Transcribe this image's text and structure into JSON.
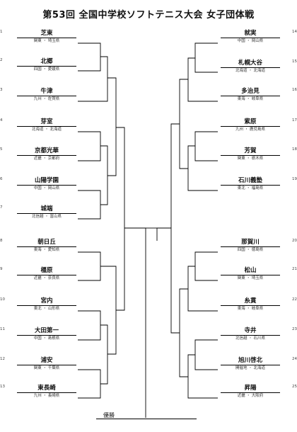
{
  "title": "第53回 全国中学校ソフトテニス大会 女子団体戦",
  "left_teams": [
    {
      "num": "1",
      "name": "芝東",
      "region": "関東 ・ 埼玉県"
    },
    {
      "num": "2",
      "name": "北郷",
      "region": "四国 ・ 愛媛県"
    },
    {
      "num": "3",
      "name": "牛津",
      "region": "九州 ・ 佐賀県"
    },
    {
      "num": "4",
      "name": "芽室",
      "region": "北海道 ・ 北海道"
    },
    {
      "num": "5",
      "name": "京都光華",
      "region": "近畿 ・ 京都府"
    },
    {
      "num": "6",
      "name": "山陽学園",
      "region": "中国 ・ 岡山県"
    },
    {
      "num": "7",
      "name": "城端",
      "region": "北信越 ・ 富山県"
    },
    {
      "num": "8",
      "name": "朝日丘",
      "region": "東海 ・ 愛知県"
    },
    {
      "num": "9",
      "name": "橿原",
      "region": "近畿 ・ 奈良県"
    },
    {
      "num": "10",
      "name": "宮内",
      "region": "東北 ・ 山形県"
    },
    {
      "num": "11",
      "name": "大田第一",
      "region": "中国 ・ 島根県"
    },
    {
      "num": "12",
      "name": "浦安",
      "region": "関東 ・ 千葉県"
    },
    {
      "num": "13",
      "name": "東長崎",
      "region": "九州 ・ 長崎県"
    }
  ],
  "right_teams": [
    {
      "num": "14",
      "name": "就実",
      "region": "中国 ・ 岡山県"
    },
    {
      "num": "15",
      "name": "札幌大谷",
      "region": "北海道 ・ 北海道"
    },
    {
      "num": "16",
      "name": "多治見",
      "region": "東海 ・ 岐阜県"
    },
    {
      "num": "17",
      "name": "紫原",
      "region": "九州 ・ 鹿児島県"
    },
    {
      "num": "18",
      "name": "芳賀",
      "region": "関東 ・ 栃木県"
    },
    {
      "num": "19",
      "name": "石川義塾",
      "region": "東北 ・ 福島県"
    },
    {
      "num": "20",
      "name": "那賀川",
      "region": "四国 ・ 徳島県"
    },
    {
      "num": "21",
      "name": "松山",
      "region": "関東 ・ 埼玉県"
    },
    {
      "num": "22",
      "name": "糸貫",
      "region": "東海 ・ 岐阜県"
    },
    {
      "num": "23",
      "name": "寺井",
      "region": "北信越 ・ 石川県"
    },
    {
      "num": "24",
      "name": "旭川啓北",
      "region": "開催地 ・ 北海道"
    },
    {
      "num": "25",
      "name": "昇陽",
      "region": "近畿 ・ 大阪府"
    }
  ],
  "winner_label": "優勝"
}
